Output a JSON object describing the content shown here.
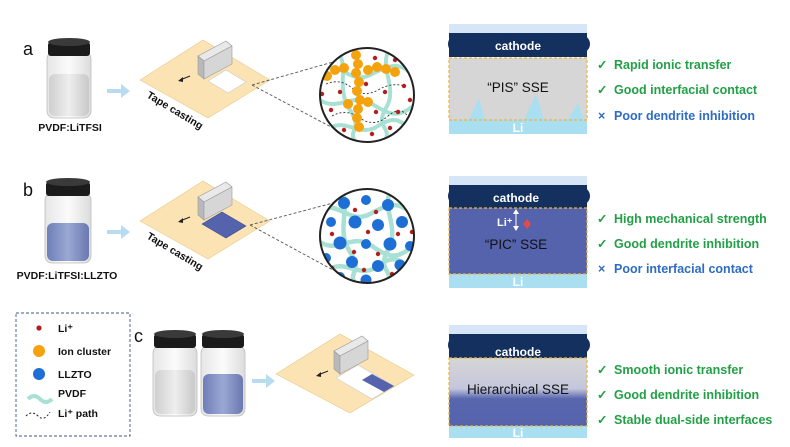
{
  "panels": [
    {
      "label": "a",
      "jar_caption": "PVDF:LiTFSI",
      "process": "Tape casting",
      "cathode": "cathode",
      "electrolyte": "“PIS” SSE",
      "anode": "Li",
      "properties": [
        {
          "mark": "✓",
          "text": "Rapid ionic transfer",
          "positive": true
        },
        {
          "mark": "✓",
          "text": "Good interfacial contact",
          "positive": true
        },
        {
          "mark": "×",
          "text": "Poor dendrite inhibition",
          "positive": false
        }
      ]
    },
    {
      "label": "b",
      "jar_caption": "PVDF:LiTFSI:LLZTO",
      "process": "Tape casting",
      "cathode": "cathode",
      "electrolyte": "“PIC” SSE",
      "anode": "Li",
      "ion_label": "Li⁺",
      "properties": [
        {
          "mark": "✓",
          "text": "High mechanical strength",
          "positive": true
        },
        {
          "mark": "✓",
          "text": "Good dendrite inhibition",
          "positive": true
        },
        {
          "mark": "×",
          "text": "Poor interfacial contact",
          "positive": false
        }
      ]
    },
    {
      "label": "c",
      "cathode": "cathode",
      "electrolyte": "Hierarchical SSE",
      "anode": "Li",
      "properties": [
        {
          "mark": "✓",
          "text": "Smooth ionic transfer",
          "positive": true
        },
        {
          "mark": "✓",
          "text": "Good dendrite inhibition",
          "positive": true
        },
        {
          "mark": "✓",
          "text": "Stable dual-side interfaces",
          "positive": true
        }
      ]
    }
  ],
  "legend": [
    {
      "name": "li-ion",
      "text": "Li⁺"
    },
    {
      "name": "ion-cluster",
      "text": "Ion cluster"
    },
    {
      "name": "llzto",
      "text": "LLZTO"
    },
    {
      "name": "pvdf",
      "text": "PVDF"
    },
    {
      "name": "li-path",
      "text": "Li⁺ path"
    }
  ],
  "colors": {
    "good": "#22a046",
    "bad": "#2e6cc4",
    "cathode": "#13305f",
    "li": "#a9dff0",
    "pis_sse": "#d6d6d6",
    "pic_sse": "#5563ad",
    "cluster": "#f5a20f",
    "llzto": "#1d6fd6",
    "li_ion": "#b51d1d",
    "pvdf": "#a8e0d3",
    "substrate": "#fbe3b4"
  }
}
